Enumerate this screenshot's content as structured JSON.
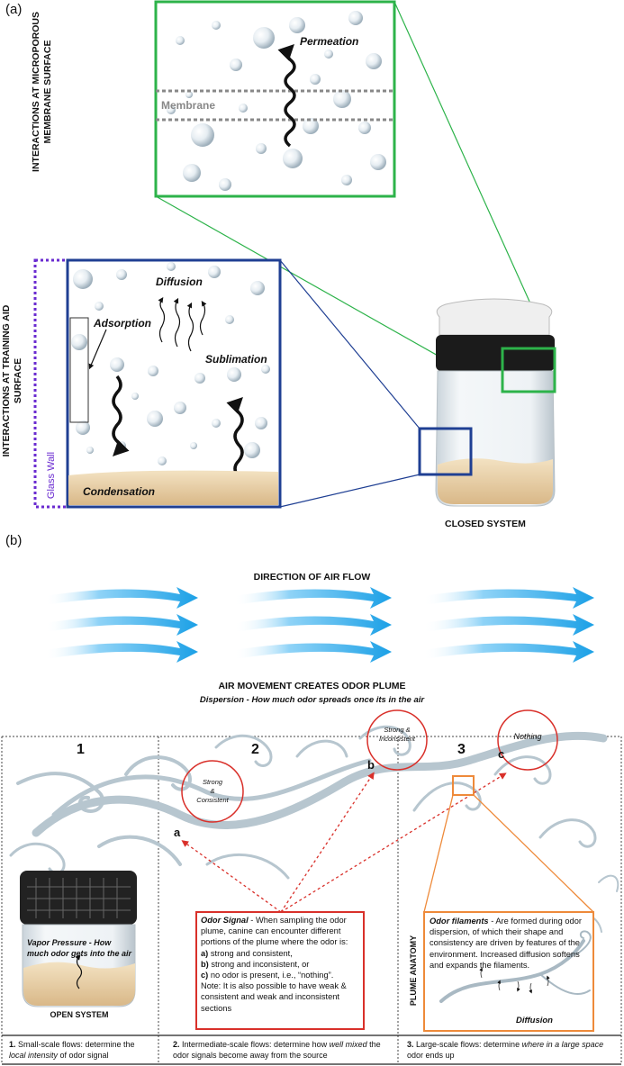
{
  "panel_a": {
    "label": "(a)",
    "membrane_title_line1": "INTERACTIONS AT MICROPOROUS",
    "membrane_title_line2": "MEMBRANE SURFACE",
    "permeation": "Permeation",
    "membrane": "Membrane",
    "training_title_line1": "INTERACTIONS AT TRAINING AID",
    "training_title_line2": "SURFACE",
    "diffusion": "Diffusion",
    "adsorption": "Adsorption",
    "sublimation": "Sublimation",
    "condensation": "Condensation",
    "glass_wall": "Glass Wall",
    "closed_system": "CLOSED SYSTEM"
  },
  "panel_b": {
    "label": "(b)",
    "direction_of_air_flow": "DIRECTION OF AIR FLOW",
    "air_movement": "AIR MOVEMENT CREATES ODOR PLUME",
    "dispersion": "Dispersion - How much odor spreads once its in the air",
    "section_numbers": [
      "1",
      "2",
      "3"
    ],
    "circle_a": {
      "letter": "a",
      "text_line1": "Strong",
      "text_line2": "&",
      "text_line3": "Consistent"
    },
    "circle_b": {
      "letter": "b",
      "text_line1": "Strong &",
      "text_line2": "Inconsistent"
    },
    "circle_c": {
      "letter": "c",
      "text": "Nothing"
    },
    "vapor_pressure": "Vapor Pressure - How much odor gets into the air",
    "open_system": "OPEN SYSTEM",
    "odor_signal": {
      "title": "Odor Signal",
      "intro": " - When sampling the odor plume, canine can encounter different portions of the plume where the odor is:",
      "a_label": "a)",
      "a_text": " strong and consistent,",
      "b_label": "b)",
      "b_text": " strong and inconsistent, or",
      "c_label": "c)",
      "c_text": " no odor is present, i.e., “nothing”.",
      "note": "Note: It is also possible to have weak & consistent and weak and inconsistent sections"
    },
    "plume_anatomy": "PLUME ANATOMY",
    "odor_filaments": {
      "title": "Odor filaments",
      "text": " - Are formed during odor dispersion, of which their shape and consistency are driven by features of the environment. Increased diffusion softens and expands the filaments."
    },
    "diffusion_small": "Diffusion",
    "bottom": [
      {
        "num": "1.",
        "pre": " Small-scale flows: determine the ",
        "em": "local intensity",
        "post": " of odor signal"
      },
      {
        "num": "2.",
        "pre": " Intermediate-scale flows: determine how ",
        "em": "well mixed",
        "post": " the odor signals become away from the source"
      },
      {
        "num": "3.",
        "pre": " Large-scale flows: determine ",
        "em": "where in a large space",
        "post": " odor ends up"
      }
    ]
  },
  "colors": {
    "green": "#2db34a",
    "navy": "#1f3f93",
    "purple": "#6a2bd0",
    "red": "#d9302a",
    "orange": "#ee8a3a",
    "air_blue": "#29a8e8",
    "plume_gray": "#b7c6cf",
    "sand": "#e8cfa6"
  }
}
